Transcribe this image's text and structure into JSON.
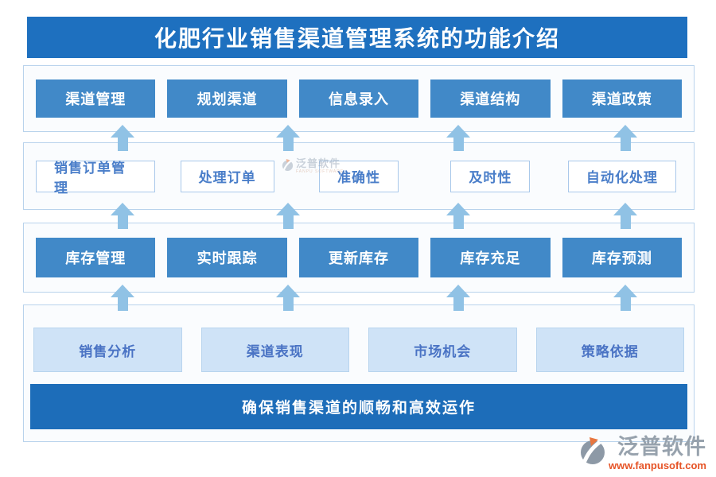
{
  "title": "化肥行业销售渠道管理系统的功能介绍",
  "rows": [
    {
      "items": [
        "渠道管理",
        "规划渠道",
        "信息录入",
        "渠道结构",
        "渠道政策"
      ]
    },
    {
      "items": [
        "销售订单管理",
        "处理订单",
        "准确性",
        "及时性",
        "自动化处理"
      ]
    },
    {
      "items": [
        "库存管理",
        "实时跟踪",
        "更新库存",
        "库存充足",
        "库存预测"
      ]
    },
    {
      "items": [
        "销售分析",
        "渠道表现",
        "市场机会",
        "策略依据"
      ]
    }
  ],
  "banner": "确保销售渠道的顺畅和高效运作",
  "watermark": {
    "name": "泛普软件",
    "subtext": "FANPU SOFTWARE"
  },
  "logo": {
    "name": "泛普软件",
    "url": "www.fanpusoft.com"
  },
  "colors": {
    "title_bar": "#1e70bf",
    "solid_button": "#4189c8",
    "outline_button_text": "#4a7ec9",
    "light_button_bg": "#cfe3f7",
    "light_button_text": "#4a73c4",
    "banner_bg": "#1d6db9",
    "arrow": "#90c2e5",
    "panel_border": "#b9d3ec",
    "logo_url_text": "#e65427"
  }
}
